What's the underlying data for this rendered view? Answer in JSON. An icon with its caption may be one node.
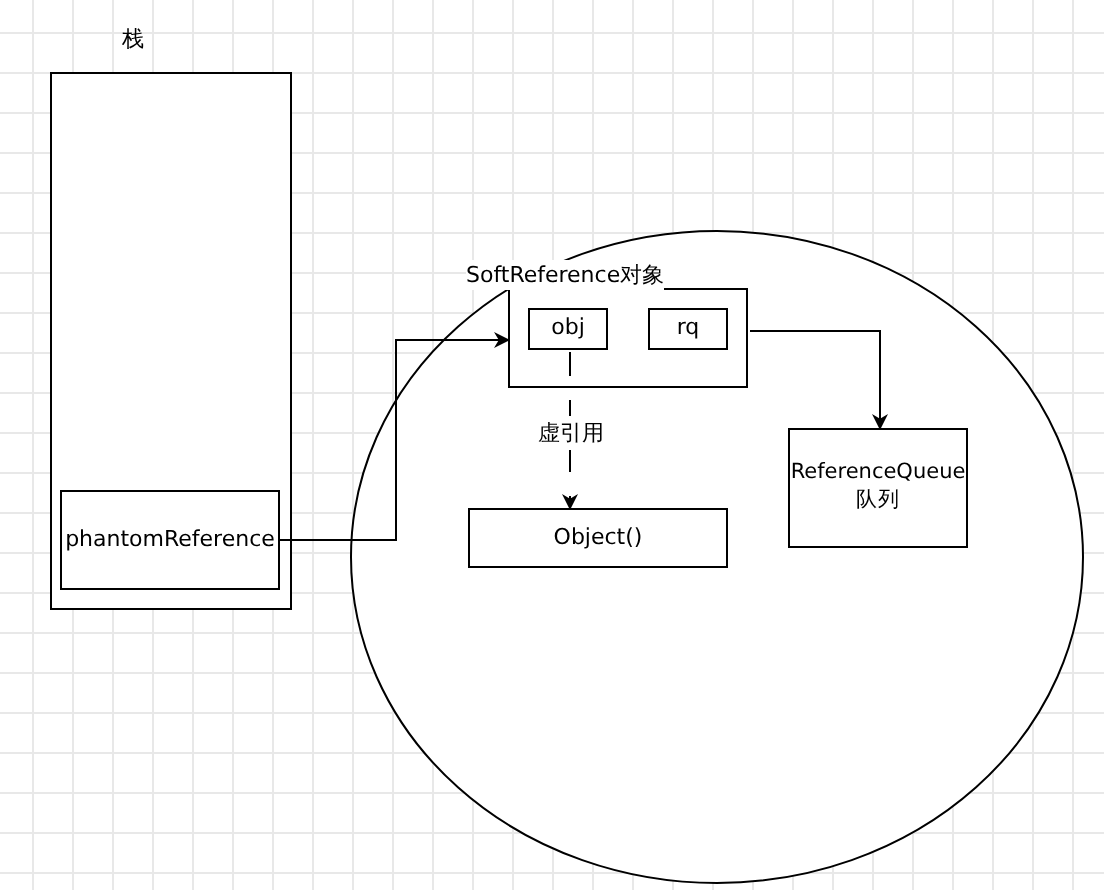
{
  "diagram": {
    "nodes": [
      {
        "text": [
          "栈"
        ]
      },
      {
        "text": [
          "phantomReference"
        ],
        "in": 0
      },
      {
        "text": [],
        "shape": "circle"
      },
      {
        "text": [
          "SoftReference对象"
        ],
        "in": 2
      },
      {
        "text": [
          "obj"
        ],
        "in": 3
      },
      {
        "text": [
          "rq"
        ],
        "in": 3
      },
      {
        "text": [
          "Object()"
        ],
        "in": 2
      },
      {
        "text": [
          "ReferenceQueue 队列"
        ],
        "in": 2
      }
    ],
    "edges": [
      {
        "from": 1,
        "to": 3,
        "arrow": "to"
      },
      {
        "from": 5,
        "to": 7,
        "arrow": "to"
      },
      {
        "from": 4,
        "to": 6,
        "arrow": "to",
        "style": "dashed",
        "label": "虚引用"
      }
    ]
  }
}
